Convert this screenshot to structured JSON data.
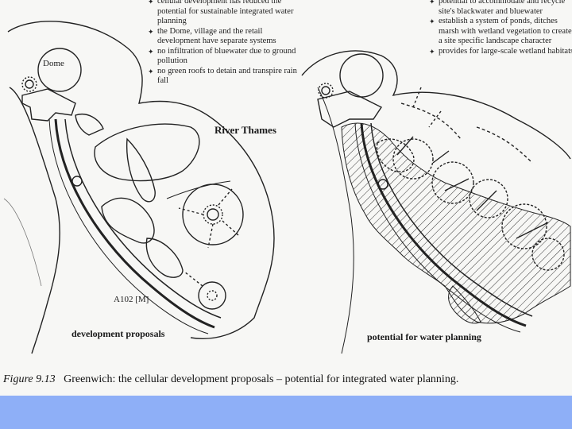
{
  "figure": {
    "left_notes": [
      "cellular development has reduced the potential for sustainable integrated water planning",
      "the Dome, village and the retail development have separate systems",
      "no infiltration of bluewater due to ground pollution",
      "no green roofs to detain and transpire rain fall"
    ],
    "right_notes": [
      "potential to accommodate and recycle site's blackwater and bluewater",
      "establish a system of ponds, ditches marsh with wetland vegetation to create a site specific landscape character",
      "provides for large-scale wetland habitats"
    ],
    "river_label": "River Thames",
    "dome_label": "Dome",
    "road_label": "A102 [M]",
    "left_caption": "development proposals",
    "right_caption": "potential for water planning",
    "caption_prefix": "Figure 9.13",
    "caption_text": "Greenwich: the cellular development proposals – potential for integrated water planning."
  },
  "colors": {
    "footer_bar": "#8eaff7",
    "ink": "#1a1a1a",
    "paper": "#f7f7f5"
  },
  "icons": {
    "bullet": "diamond-bullet-icon"
  }
}
